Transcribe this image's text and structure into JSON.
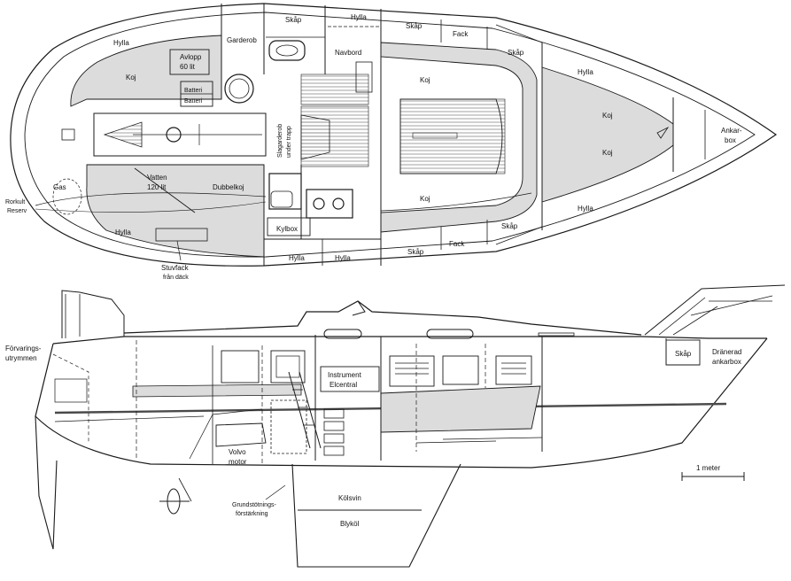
{
  "colors": {
    "ink": "#1a1a1a",
    "shade": "#d9d9d9",
    "paper": "#ffffff",
    "hatch": "#7a7a7a"
  },
  "plan": {
    "labels": {
      "hylla_top": "Hylla",
      "garderob": "Garderob",
      "skap_top1": "Skåp",
      "hylla_top2": "Hylla",
      "skap_top2": "Skåp",
      "fack_top": "Fack",
      "skap_top3": "Skåp",
      "hylla_fwd_top": "Hylla",
      "avlopp_line1": "Avlopp",
      "avlopp_line2": "60 lit",
      "koj_aft_port": "Koj",
      "batteri1": "Batteri",
      "batteri2": "Batteri",
      "navbord": "Navbord",
      "koj_saloon_top": "Koj",
      "koj_fwd_top": "Koj",
      "koj_fwd_bottom": "Koj",
      "ankarbox_line1": "Ankar-",
      "ankarbox_line2": "box",
      "slagarderob": "Slagarderob",
      "undertrapp": "under trapp",
      "vatten_line1": "Vatten",
      "vatten_line2": "120 lit",
      "dubbelkoj": "Dubbelkoj",
      "gas": "Gas",
      "rorkult_line1": "Rorkult",
      "rorkult_line2": "Reserv",
      "koj_saloon_bottom": "Koj",
      "kylbox": "Kylbox",
      "hylla_fwd_bottom": "Hylla",
      "skap_bottom1": "Skåp",
      "fack_bottom": "Fack",
      "skap_bottom2": "Skåp",
      "hylla_aft_bottom": "Hylla",
      "hylla_bottom1": "Hylla",
      "hylla_bottom2": "Hylla",
      "stuvfack_line1": "Stuvfack",
      "stuvfack_line2": "från däck"
    }
  },
  "profile": {
    "labels": {
      "forvarings_line1": "Förvarings-",
      "forvarings_line2": "utrymmen",
      "instrument_line1": "Instrument",
      "instrument_line2": "Elcentral",
      "skap": "Skåp",
      "dranerad_line1": "Dränerad",
      "dranerad_line2": "ankarbox",
      "volvo_line1": "Volvo",
      "volvo_line2": "motor",
      "grundstot_line1": "Grundstötnings-",
      "grundstot_line2": "förstärkning",
      "kolsvin": "Kölsvin",
      "blykol": "Blyköl",
      "scale": "1 meter"
    }
  }
}
